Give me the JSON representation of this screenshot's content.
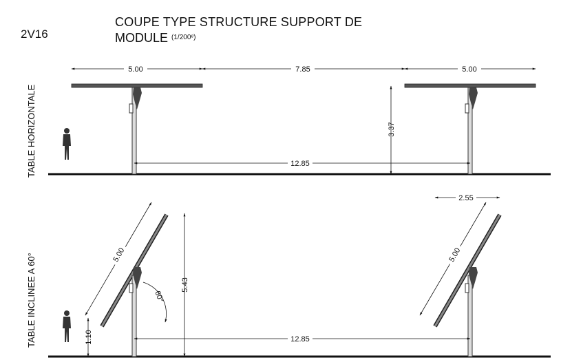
{
  "header": {
    "code": "2V16",
    "title_line1": "COUPE  TYPE STRUCTURE SUPPORT DE",
    "title_line2": "MODULE",
    "scale": "(1/200ᵉ)"
  },
  "sections": {
    "horizontal": {
      "label": "TABLE HORIZONTALE",
      "dims": {
        "table_left": "5.00",
        "gap": "7.85",
        "table_right": "5.00",
        "height": "3.37",
        "spacing": "12.85"
      }
    },
    "inclined": {
      "label": "TABLE INCLINEE A 60°",
      "dims": {
        "table_left": "5.00",
        "table_right": "5.00",
        "height": "5.43",
        "angle": "60°",
        "clearance": "1.10",
        "projection": "2.55",
        "spacing": "12.85"
      }
    }
  }
}
